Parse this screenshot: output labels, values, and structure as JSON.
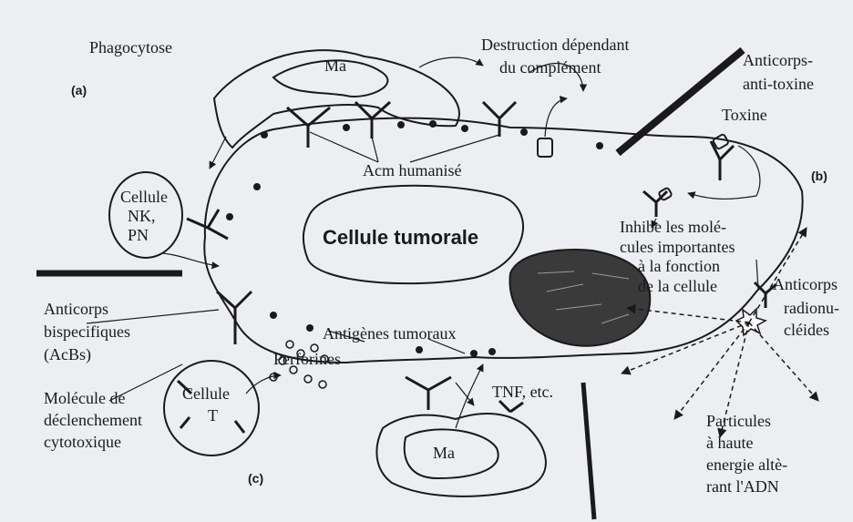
{
  "labels": {
    "phagocytose": "Phagocytose",
    "panel_a": "(a)",
    "panel_b": "(b)",
    "panel_c": "(c)",
    "ma_top": "Ma",
    "ma_bottom": "Ma",
    "destruction_l1": "Destruction dépendant",
    "destruction_l2": "du complément",
    "anticorps_tox_l1": "Anticorps-",
    "anticorps_tox_l2": "anti-toxine",
    "toxine": "Toxine",
    "acm": "Acm humanisé",
    "cellule_nk_l1": "Cellule",
    "cellule_nk_l2": "NK,",
    "cellule_nk_l3": "PN",
    "cellule_tumorale": "Cellule tumorale",
    "inhibe_l1": "Inhibe les molé-",
    "inhibe_l2": "cules importantes",
    "inhibe_l3": "à la fonction",
    "inhibe_l4": "de la cellule",
    "anticorps_radio_l1": "Anticorps",
    "anticorps_radio_l2": "radionu-",
    "anticorps_radio_l3": "cléides",
    "antigenes": "Antigènes tumoraux",
    "acbs_l1": "Anticorps",
    "acbs_l2": "bispecifiques",
    "acbs_l3": "(AcBs)",
    "perforines": "Perforines",
    "cellule_t_l1": "Cellule",
    "cellule_t_l2": "T",
    "molecule_l1": "Molécule de",
    "molecule_l2": "déclenchement",
    "molecule_l3": "cytotoxique",
    "tnf": "TNF, etc.",
    "particules_l1": "Particules",
    "particules_l2": "à haute",
    "particules_l3": "energie altè-",
    "particules_l4": "rant l'ADN"
  },
  "colors": {
    "background": "#eceef2",
    "ink": "#1a1a1a",
    "nucleus": "#3a3a3a"
  }
}
